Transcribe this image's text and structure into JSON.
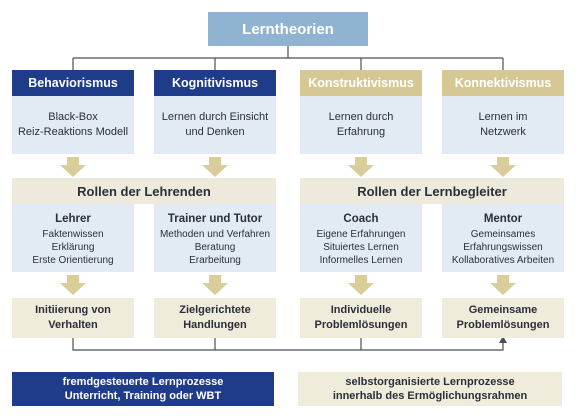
{
  "title": "Lerntheorien",
  "theories": [
    {
      "name": "Behaviorismus",
      "line1": "Black-Box",
      "line2": "Reiz-Reaktions Modell"
    },
    {
      "name": "Kognitivismus",
      "line1": "Lernen durch Einsicht",
      "line2": "und Denken"
    },
    {
      "name": "Konstruktivismus",
      "line1": "Lernen durch",
      "line2": "Erfahrung"
    },
    {
      "name": "Konnektivismus",
      "line1": "Lernen im",
      "line2": "Netzwerk"
    }
  ],
  "role_groups": [
    "Rollen der Lehrenden",
    "Rollen der Lernbegleiter"
  ],
  "roles": [
    {
      "title": "Lehrer",
      "items": [
        "Faktenwissen",
        "Erklärung",
        "Erste Orientierung"
      ]
    },
    {
      "title": "Trainer und Tutor",
      "items": [
        "Methoden und Verfahren",
        "Beratung",
        "Erarbeitung"
      ]
    },
    {
      "title": "Coach",
      "items": [
        "Eigene Erfahrungen",
        "Situiertes Lernen",
        "Informelles Lernen"
      ]
    },
    {
      "title": "Mentor",
      "items": [
        "Gemeinsames",
        "Erfahrungswissen",
        "Kollaboratives Arbeiten"
      ]
    }
  ],
  "outcomes": [
    {
      "line1": "Initiierung von",
      "line2": "Verhalten"
    },
    {
      "line1": "Zielgerichtete",
      "line2": "Handlungen"
    },
    {
      "line1": "Individuelle",
      "line2": "Problemlösungen"
    },
    {
      "line1": "Gemeinsame",
      "line2": "Problemlösungen"
    }
  ],
  "bottom": {
    "left": {
      "line1": "fremdgesteuerte Lernprozesse",
      "line2": "Unterricht, Training oder WBT"
    },
    "right": {
      "line1": "selbstorganisierte Lernprozesse",
      "line2": "innerhalb des Ermöglichungsrahmen"
    }
  },
  "colors": {
    "dark_blue": "#1f3c8a",
    "gold": "#d6c895",
    "light_blue": "#e2eaf3",
    "beige": "#eeeadb",
    "title_blue": "#8fb3d1",
    "arrow": "#d9cd9a"
  }
}
